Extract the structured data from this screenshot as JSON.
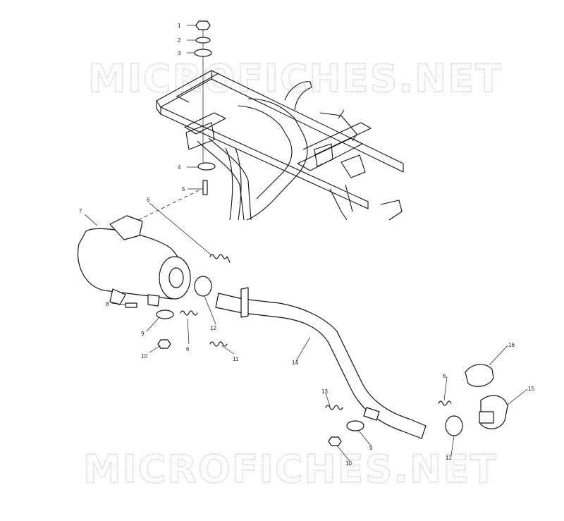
{
  "watermarks": [
    "MICROFICHES.NET",
    "MICROFICHES.NET"
  ],
  "callouts": {
    "p1": "1",
    "p2": "2",
    "p3": "3",
    "p4": "4",
    "p5": "5",
    "p6a": "6",
    "p6b": "6",
    "p6c": "6",
    "p7": "7",
    "p8": "8",
    "p9a": "9",
    "p9b": "9",
    "p10a": "10",
    "p10b": "10",
    "p11": "11",
    "p12a": "12",
    "p12b": "12",
    "p13": "13",
    "p14": "14",
    "p15": "15",
    "p16": "16"
  },
  "colors": {
    "line": "#111111",
    "watermark": "#c8c8c8",
    "background": "#ffffff"
  }
}
